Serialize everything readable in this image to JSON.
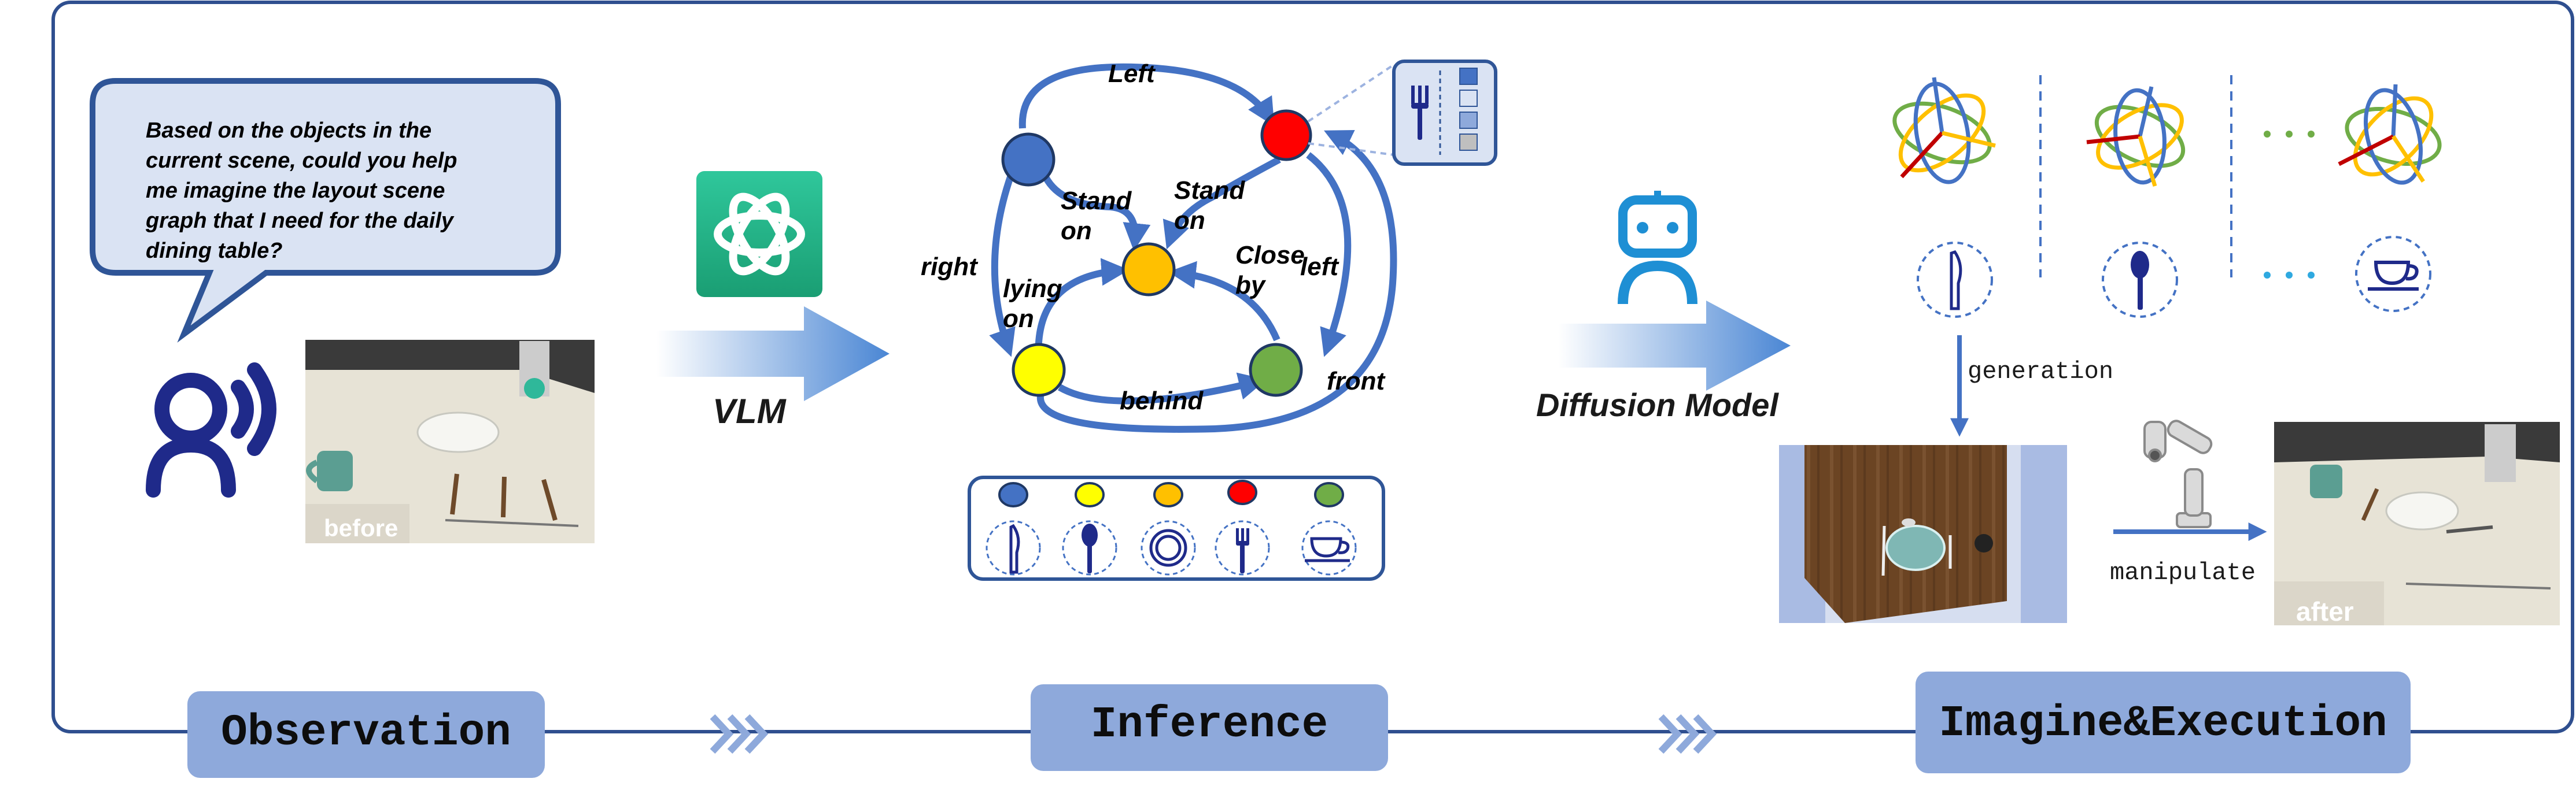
{
  "observation": {
    "speech": [
      "Based on the objects in the",
      "current scene, could you help",
      "me imagine the layout scene",
      "graph that I need for the daily",
      "dining table?"
    ],
    "photo_label": "before"
  },
  "vlm_label": "VLM",
  "graph": {
    "edges": {
      "left_top": "Left",
      "stand_on_1a": "Stand",
      "stand_on_1b": "on",
      "stand_on_2a": "Stand",
      "stand_on_2b": "on",
      "right": "right",
      "lying_on_a": "lying",
      "lying_on_b": "on",
      "close_by_a": "Close",
      "close_by_b": "by",
      "left_side": "left",
      "behind": "behind",
      "front": "front"
    },
    "node_colors": {
      "blue": "#4472C4",
      "yellow": "#FFFF00",
      "orange": "#FFC000",
      "red": "#FF0000",
      "green": "#70AD47"
    },
    "legend_icons": [
      "knife-icon",
      "spoon-icon",
      "plate-icon",
      "fork-icon",
      "cup-icon"
    ]
  },
  "diffusion_label": "Diffusion Model",
  "imagine": {
    "generation_label": "generation",
    "manipulate_label": "manipulate",
    "after_label": "after",
    "object_icons": [
      "knife-icon",
      "spoon-icon",
      "cup-icon"
    ]
  },
  "stages": {
    "observation": "Observation",
    "inference": "Inference",
    "imagine_execution": "Imagine&Execution"
  },
  "colors": {
    "frame": "#2F4F8F",
    "arrow": "#4472C4",
    "stage_bg": "#8EA9DB",
    "bubble_bg": "#DAE3F3"
  }
}
